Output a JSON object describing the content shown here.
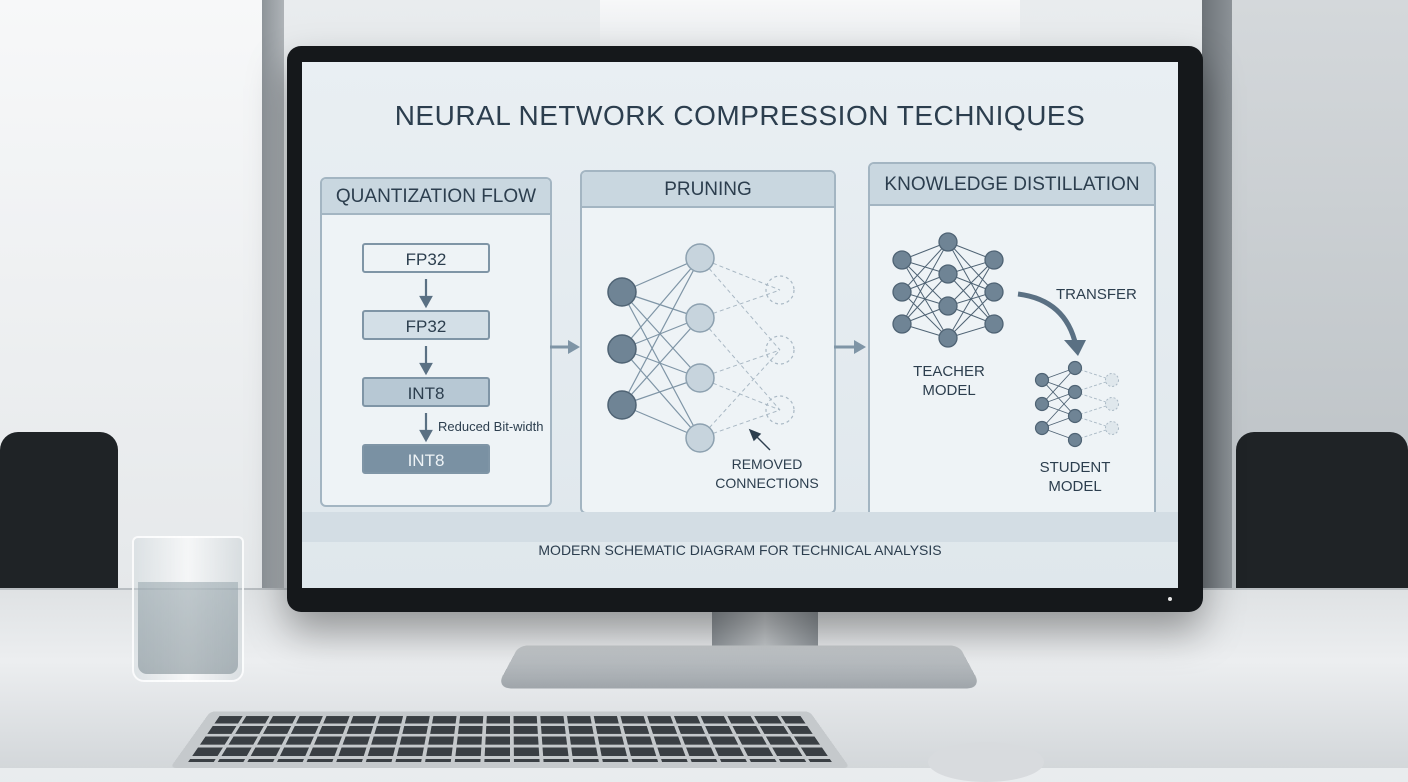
{
  "screen": {
    "title": "NEURAL NETWORK COMPRESSION TECHNIQUES",
    "footer": "MODERN SCHEMATIC DIAGRAM FOR TECHNICAL ANALYSIS"
  },
  "quantization": {
    "heading": "QUANTIZATION FLOW",
    "steps": [
      "FP32",
      "FP32",
      "INT8",
      "INT8"
    ],
    "note": "Reduced Bit-width"
  },
  "pruning": {
    "heading": "PRUNING",
    "removed_label_line1": "REMOVED",
    "removed_label_line2": "CONNECTIONS"
  },
  "distillation": {
    "heading": "KNOWLEDGE DISTILLATION",
    "transfer_label": "TRANSFER",
    "teacher_line1": "TEACHER",
    "teacher_line2": "MODEL",
    "student_line1": "STUDENT",
    "student_line2": "MODEL"
  },
  "colors": {
    "panel_border": "#a3b5c2",
    "panel_header": "#c9d7e0",
    "node_dark": "#6f8495",
    "node_light": "#c7d4dd",
    "text": "#2c3e4e"
  }
}
